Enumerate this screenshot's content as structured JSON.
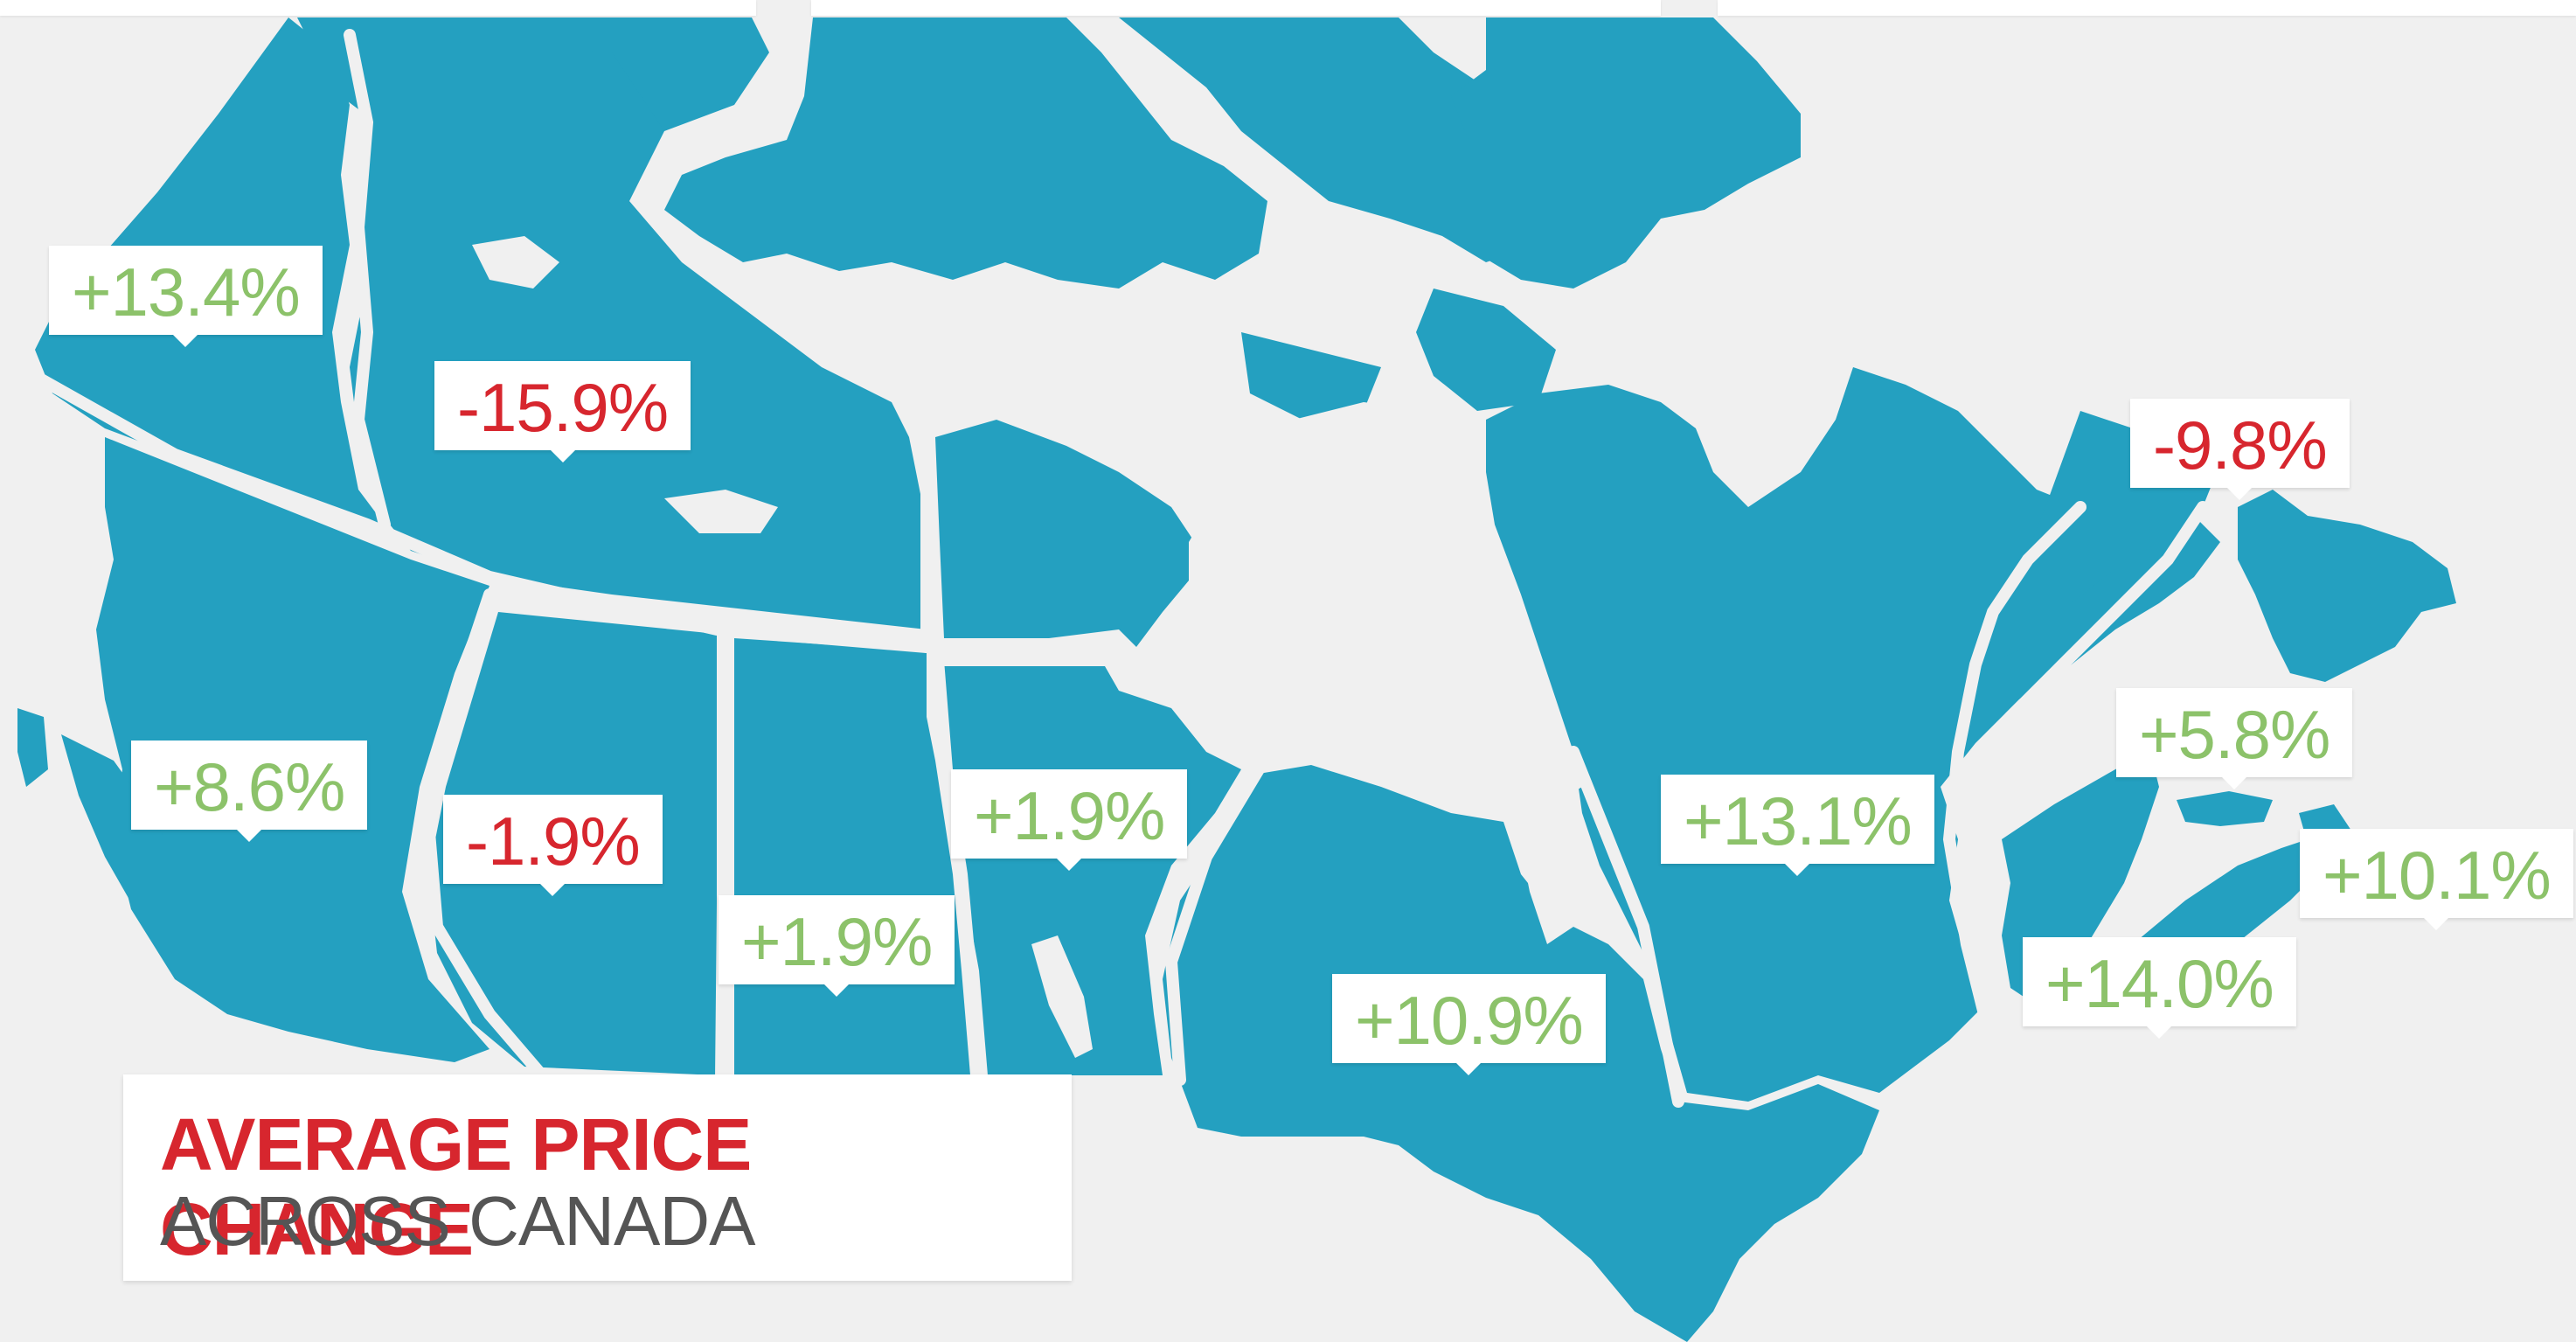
{
  "title": "AVERAGE PRICE CHANGE",
  "subtitle": "ACROSS CANADA",
  "colors": {
    "land": "#24a0c0",
    "background": "#f0f0f0",
    "increase": "#8cc26a",
    "decrease": "#d7262e",
    "title": "#d7262e",
    "subtitle": "#555555"
  },
  "regions": [
    {
      "id": "yukon",
      "value": "+13.4%",
      "trend": "up"
    },
    {
      "id": "northwest-territories",
      "value": "-15.9%",
      "trend": "down"
    },
    {
      "id": "british-columbia",
      "value": "+8.6%",
      "trend": "up"
    },
    {
      "id": "alberta",
      "value": "-1.9%",
      "trend": "down"
    },
    {
      "id": "saskatchewan",
      "value": "+1.9%",
      "trend": "up"
    },
    {
      "id": "manitoba",
      "value": "+1.9%",
      "trend": "up"
    },
    {
      "id": "ontario",
      "value": "+10.9%",
      "trend": "up"
    },
    {
      "id": "quebec",
      "value": "+13.1%",
      "trend": "up"
    },
    {
      "id": "newfoundland-and-labrador",
      "value": "-9.8%",
      "trend": "down"
    },
    {
      "id": "prince-edward-island",
      "value": "+5.8%",
      "trend": "up"
    },
    {
      "id": "nova-scotia",
      "value": "+10.1%",
      "trend": "up"
    },
    {
      "id": "new-brunswick",
      "value": "+14.0%",
      "trend": "up"
    }
  ]
}
